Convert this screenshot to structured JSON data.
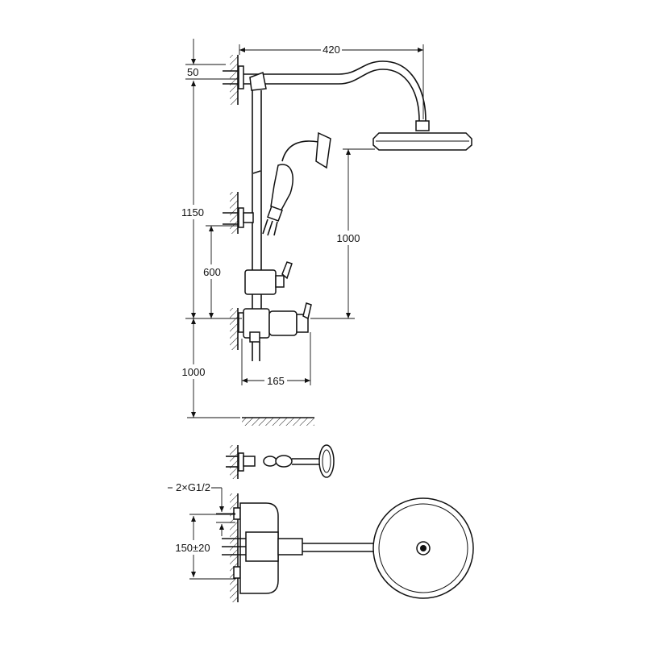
{
  "dimensions": {
    "arm_reach": "420",
    "arm_offset": "50",
    "bracket_height": "1150",
    "mixer_to_bracket": "600",
    "head_to_mixer": "1000",
    "mixer_to_floor": "1000",
    "mixer_projection": "165",
    "inlet_thread": "2×G1/2",
    "inlet_centres": "150±20"
  }
}
